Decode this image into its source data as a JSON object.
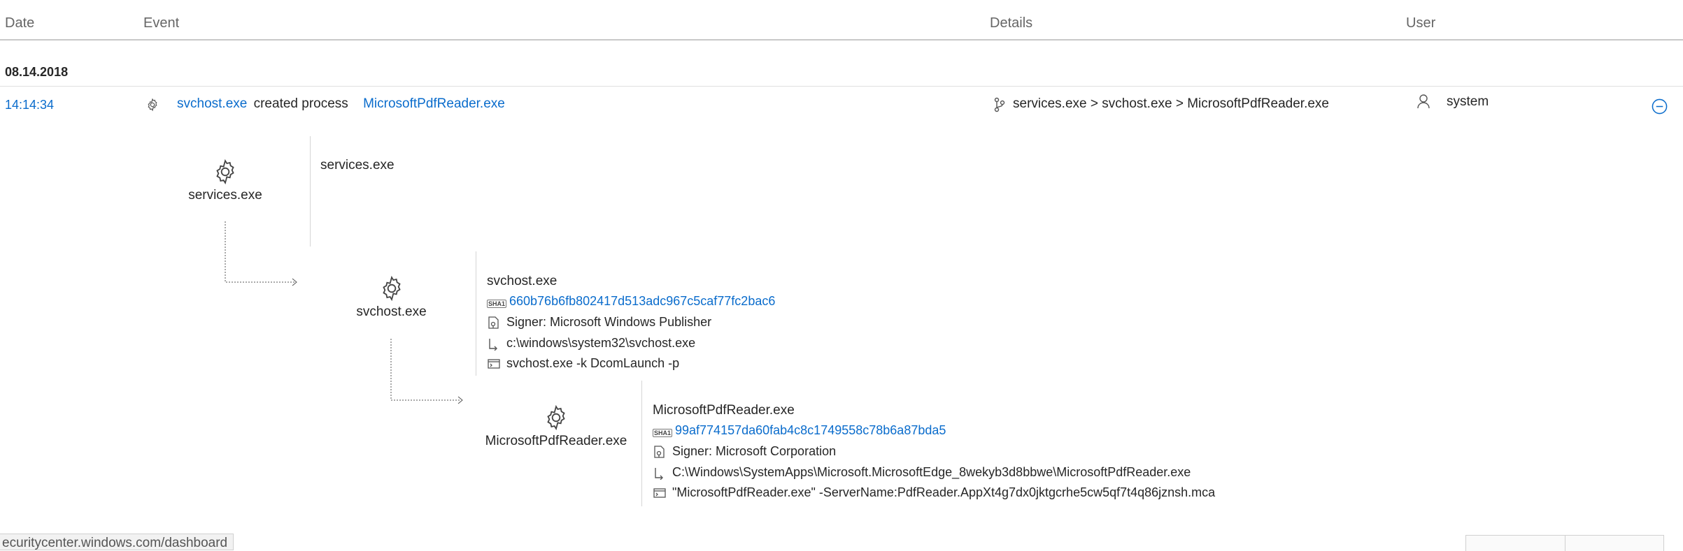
{
  "table": {
    "columns": {
      "date": "Date",
      "event": "Event",
      "details": "Details",
      "user": "User"
    },
    "group_date": "08.14.2018",
    "row": {
      "time": "14:14:34",
      "actor": "svchost.exe",
      "action": "created process",
      "target": "MicrosoftPdfReader.exe",
      "details": "services.exe > svchost.exe > MicrosoftPdfReader.exe",
      "user": "system"
    }
  },
  "tree": {
    "services": {
      "node_label": "services.exe",
      "name": "services.exe"
    },
    "svchost": {
      "node_label": "svchost.exe",
      "name": "svchost.exe",
      "sha1": "660b76b6fb802417d513adc967c5caf77fc2bac6",
      "signer": "Signer: Microsoft Windows Publisher",
      "path": "c:\\windows\\system32\\svchost.exe",
      "cmdline": "svchost.exe -k DcomLaunch -p"
    },
    "pdfreader": {
      "node_label": "MicrosoftPdfReader.exe",
      "name": "MicrosoftPdfReader.exe",
      "sha1": "99af774157da60fab4c8c1749558c78b6a87bda5",
      "signer": "Signer: Microsoft Corporation",
      "path": "C:\\Windows\\SystemApps\\Microsoft.MicrosoftEdge_8wekyb3d8bbwe\\MicrosoftPdfReader.exe",
      "cmdline": "\"MicrosoftPdfReader.exe\" -ServerName:PdfReader.AppXt4g7dx0jktgcrhe5cw5qf7t4q86jznsh.mca"
    }
  },
  "footer": {
    "url": "ecuritycenter.windows.com/dashboard"
  },
  "icons": {
    "process": "gear-icon",
    "tree": "process-tree-icon",
    "user": "user-icon",
    "collapse": "collapse-minus-icon",
    "hash": "sha1-icon",
    "signer": "signer-icon",
    "path": "path-icon",
    "cmdline": "command-line-icon"
  },
  "colors": {
    "link": "#0a6ccc",
    "text": "#262626",
    "header": "#666666",
    "divider": "#d5d5d5"
  }
}
